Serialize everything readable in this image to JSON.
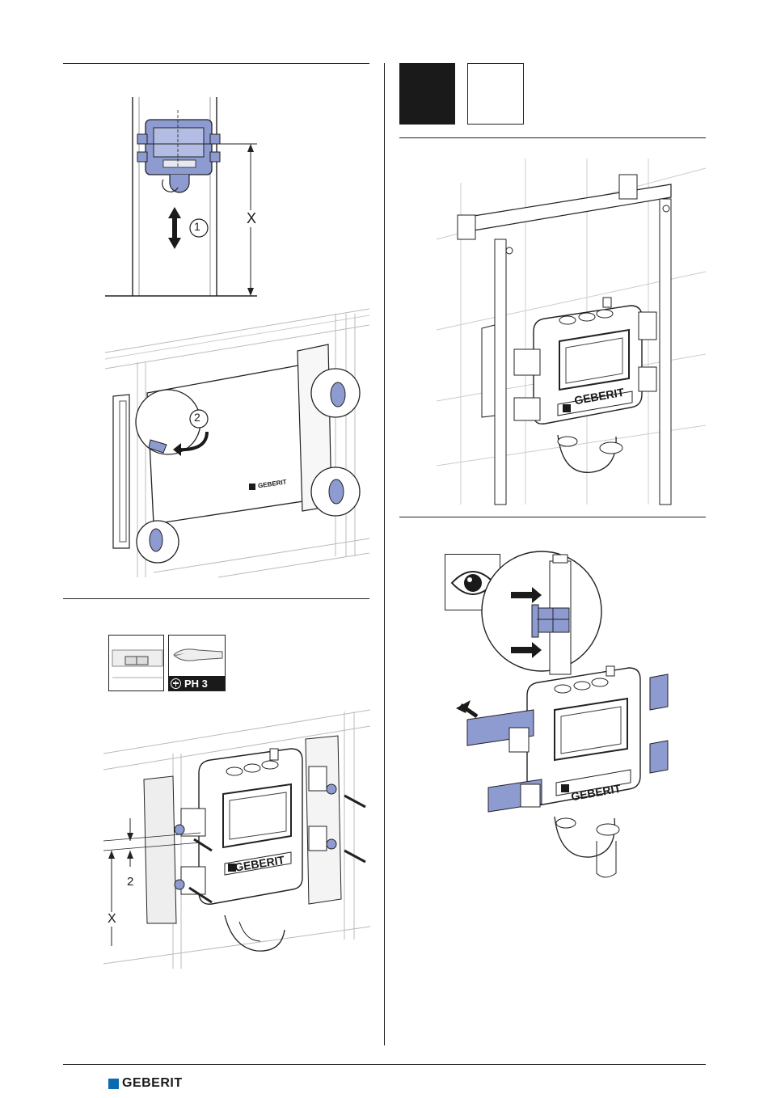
{
  "step1": {
    "callout_1": "1",
    "dimension_x": "X",
    "callout_2": "2",
    "brand_label": "GEBERIT"
  },
  "step2": {
    "tool_label": "PH 3",
    "dimension_2": "2",
    "dimension_x": "X",
    "brand_label": "GEBERIT"
  },
  "step3": {
    "brand_label": "GEBERIT"
  },
  "step4": {
    "brand_label": "GEBERIT"
  },
  "footer": {
    "brand": "GEBERIT",
    "brand_color": "#0a6bb3"
  },
  "colors": {
    "highlight_blue": "#8d9bd1",
    "line": "#222222"
  }
}
